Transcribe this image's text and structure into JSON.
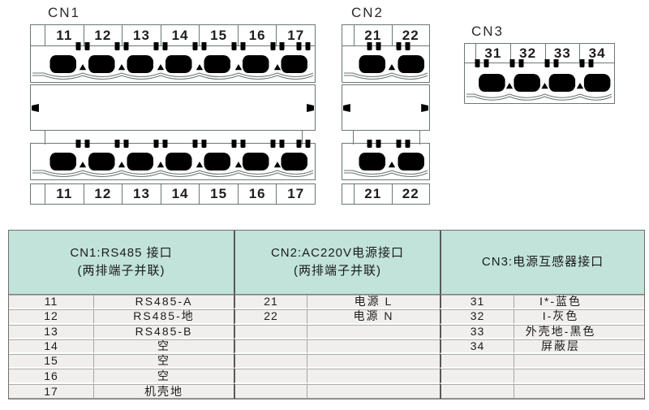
{
  "connectors": [
    {
      "label": "CN1",
      "terminals": [
        "11",
        "12",
        "13",
        "14",
        "15",
        "16",
        "17"
      ]
    },
    {
      "label": "CN2",
      "terminals": [
        "21",
        "22"
      ]
    },
    {
      "label": "CN3",
      "terminals": [
        "31",
        "32",
        "33",
        "34"
      ]
    }
  ],
  "table": {
    "header": [
      {
        "line1": "CN1:RS485 接口",
        "line2": "(两排端子并联)"
      },
      {
        "line1": "CN2:AC220V电源接口",
        "line2": "(两排端子并联)"
      },
      {
        "line1": "CN3:电源互感器接口",
        "line2": ""
      }
    ],
    "rows": [
      {
        "c1": "11",
        "d1": "RS485-A",
        "c2": "21",
        "d2": "电源 L",
        "c3": "31",
        "d3": "I*-蓝色"
      },
      {
        "c1": "12",
        "d1": "RS485-地",
        "c2": "22",
        "d2": "电源 N",
        "c3": "32",
        "d3": "I-灰色"
      },
      {
        "c1": "13",
        "d1": "RS485-B",
        "c2": "",
        "d2": "",
        "c3": "33",
        "d3": "外壳地-黑色"
      },
      {
        "c1": "14",
        "d1": "空",
        "c2": "",
        "d2": "",
        "c3": "34",
        "d3": "屏蔽层"
      },
      {
        "c1": "15",
        "d1": "空",
        "c2": "",
        "d2": "",
        "c3": "",
        "d3": ""
      },
      {
        "c1": "16",
        "d1": "空",
        "c2": "",
        "d2": "",
        "c3": "",
        "d3": ""
      },
      {
        "c1": "17",
        "d1": "机壳地",
        "c2": "",
        "d2": "",
        "c3": "",
        "d3": ""
      }
    ]
  },
  "colors": {
    "header_bg": "#c1e3da",
    "row_bg": "#f1efee",
    "diagram_line": "#6b7772",
    "table_group_line": "#585858",
    "table_line": "#a6a6a6",
    "text": "#1c1c1c"
  }
}
